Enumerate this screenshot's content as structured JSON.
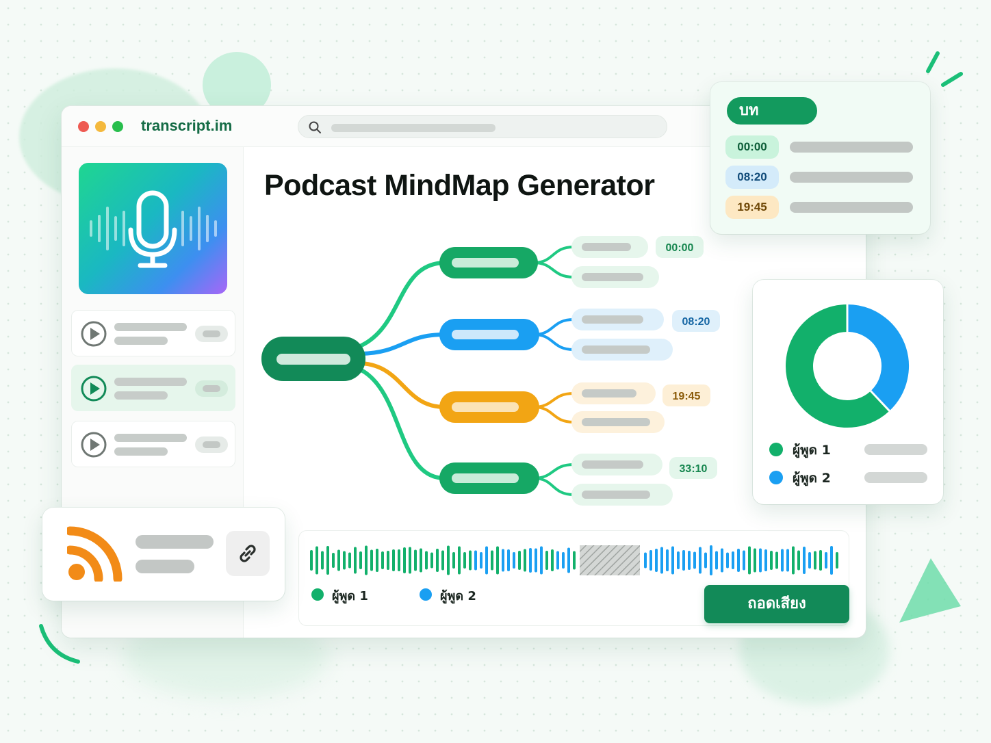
{
  "browser": {
    "brand": "transcript.im"
  },
  "main": {
    "title": "Podcast MindMap Generator"
  },
  "mindmap": {
    "timestamps": [
      "00:00",
      "08:20",
      "19:45",
      "33:10"
    ]
  },
  "chapters": {
    "title": "บท",
    "items": [
      {
        "time": "00:00"
      },
      {
        "time": "08:20"
      },
      {
        "time": "19:45"
      }
    ]
  },
  "speakers": {
    "share": [
      0.62,
      0.38
    ],
    "items": [
      {
        "label": "ผู้พูด 1",
        "color": "#12b06b"
      },
      {
        "label": "ผู้พูด 2",
        "color": "#1a9ff2"
      }
    ]
  },
  "waveform": {
    "legend": [
      {
        "label": "ผู้พูด 1",
        "color": "#12b06b"
      },
      {
        "label": "ผู้พูด 2",
        "color": "#1a9ff2"
      }
    ],
    "transcribe_label": "ถอดเสียง"
  },
  "colors": {
    "accent": "#12b06b",
    "blue": "#1a9ff2",
    "orange": "#f2a514",
    "dark_green": "#128a58"
  },
  "icons": {
    "mic": "microphone-icon",
    "search": "search-icon",
    "rss": "rss-icon",
    "link": "link-icon",
    "play": "play-icon"
  }
}
